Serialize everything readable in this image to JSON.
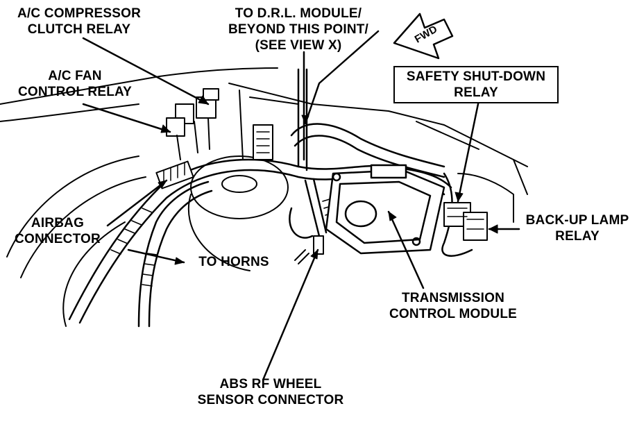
{
  "labels": {
    "ac_compressor": {
      "line1": "A/C COMPRESSOR",
      "line2": "CLUTCH RELAY"
    },
    "drl_module": {
      "line1": "TO D.R.L. MODULE/",
      "line2": "BEYOND THIS POINT/",
      "line3": "(SEE VIEW X)"
    },
    "fwd": "FWD",
    "ac_fan": {
      "line1": "A/C FAN",
      "line2": "CONTROL RELAY"
    },
    "safety_shutdown": {
      "line1": "SAFETY SHUT-DOWN",
      "line2": "RELAY"
    },
    "airbag": {
      "line1": "AIRBAG",
      "line2": "CONNECTOR"
    },
    "backup_lamp": {
      "line1": "BACK-UP LAMP",
      "line2": "RELAY"
    },
    "horns": "TO HORNS",
    "tcm": {
      "line1": "TRANSMISSION",
      "line2": "CONTROL MODULE"
    },
    "abs": {
      "line1": "ABS RF WHEEL",
      "line2": "SENSOR CONNECTOR"
    }
  },
  "colors": {
    "ink": "#000000",
    "paper": "#ffffff"
  }
}
